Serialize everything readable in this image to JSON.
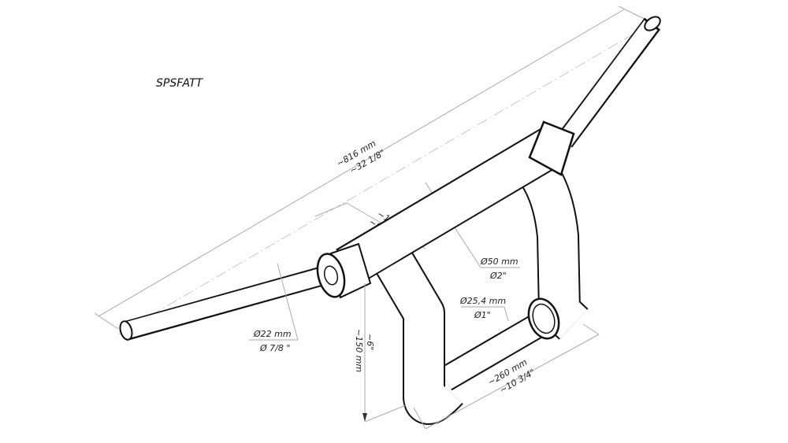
{
  "title": "SPSFATT",
  "dimensions": {
    "overall_width": {
      "metric": "~816 mm",
      "imperial": "~32 1/8\""
    },
    "rise_offset": {
      "metric": "~150 mm",
      "imperial": "~6\""
    },
    "center_tube": {
      "metric": "Ø50 mm",
      "imperial": "Ø2\""
    },
    "lower_bar": {
      "metric": "Ø25,4 mm",
      "imperial": "Ø1\""
    },
    "grip": {
      "metric": "Ø22 mm",
      "imperial": "Ø 7/8 \""
    },
    "height": {
      "metric": "~150 mm",
      "imperial": "~6\""
    },
    "lower_width": {
      "metric": "~260 mm",
      "imperial": "~10 3/4\""
    }
  }
}
